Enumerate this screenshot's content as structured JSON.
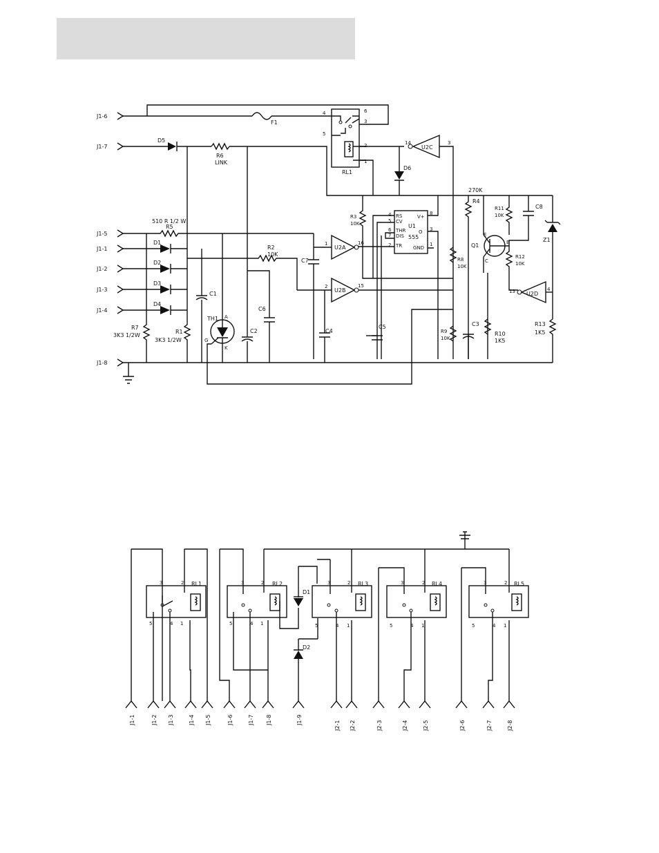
{
  "top": {
    "fuse": "F1",
    "relay": "RL1",
    "relay_pins": [
      "4",
      "6",
      "5",
      "3",
      "2",
      "1"
    ],
    "u2c": "U2C",
    "u2c_pins": [
      "14",
      "3"
    ],
    "d5": "D5",
    "d6": "D6",
    "r6": "R6",
    "link": "LINK",
    "r5": "R5",
    "r5_val": "510 R 1/2 W",
    "diodes": [
      "D1",
      "D2",
      "D3",
      "D4"
    ],
    "r7": "R7",
    "r7_val": "3K3 1/2W",
    "r1": "R1",
    "r1_val": "3K3 1/2W",
    "c1": "C1",
    "thyristor": "TH1",
    "thy_a": "A",
    "thy_k": "K",
    "thy_g": "G",
    "c2": "C2",
    "r2": "R2",
    "r2_val": "10K",
    "c6": "C6",
    "c7": "C7",
    "c4": "C4",
    "u2a": "U2A",
    "u2a_pins": [
      "1",
      "16"
    ],
    "u2b": "U2B",
    "u2b_pins": [
      "2",
      "15"
    ],
    "r3": "R3",
    "r3_val": "10K",
    "c5": "C5",
    "u1": "U1",
    "u1_type": "555",
    "u1_pins_left": [
      "RS",
      "CV",
      "THR",
      "DIS",
      "TR"
    ],
    "u1_pinnums_left": [
      "4",
      "5",
      "6",
      "7",
      "2"
    ],
    "u1_pins_right": [
      "V+",
      "O",
      "GND"
    ],
    "u1_pinnums_right": [
      "8",
      "3",
      "1"
    ],
    "r8": "R8",
    "r8_val": "10K",
    "r9": "R9",
    "r9_val": "10K",
    "c3": "C3",
    "r4": "R4",
    "r4_val": "270K",
    "r11": "R11",
    "r11_val": "10K",
    "c8": "C8",
    "z1": "Z1",
    "q1": "Q1",
    "q1_e": "E",
    "q1_b": "B",
    "q1_c": "C",
    "r12": "R12",
    "r12_val": "10K",
    "u2d": "U2D",
    "u2d_pins": [
      "13",
      "4"
    ],
    "r10": "R10",
    "r10_val": "1K5",
    "r13": "R13",
    "r13_val": "1K5",
    "connectors": [
      "J1-6",
      "J1-7",
      "J1-5",
      "J1-1",
      "J1-2",
      "J1-3",
      "J1-4",
      "J1-8"
    ]
  },
  "bottom": {
    "relays": [
      "RL1",
      "RL2",
      "RL3",
      "RL4",
      "RL5"
    ],
    "diodes": [
      "D1",
      "D2"
    ],
    "relay_pins": [
      "3",
      "2",
      "5",
      "4",
      "1"
    ],
    "connectors": [
      "J1-1",
      "J1-2",
      "J1-3",
      "J1-4",
      "J1-5",
      "J1-6",
      "J1-7",
      "J1-8",
      "J1-9",
      "J2-1",
      "J2-2",
      "J2-3",
      "J2-4",
      "J2-5",
      "J2-6",
      "J2-7",
      "J2-8"
    ]
  }
}
